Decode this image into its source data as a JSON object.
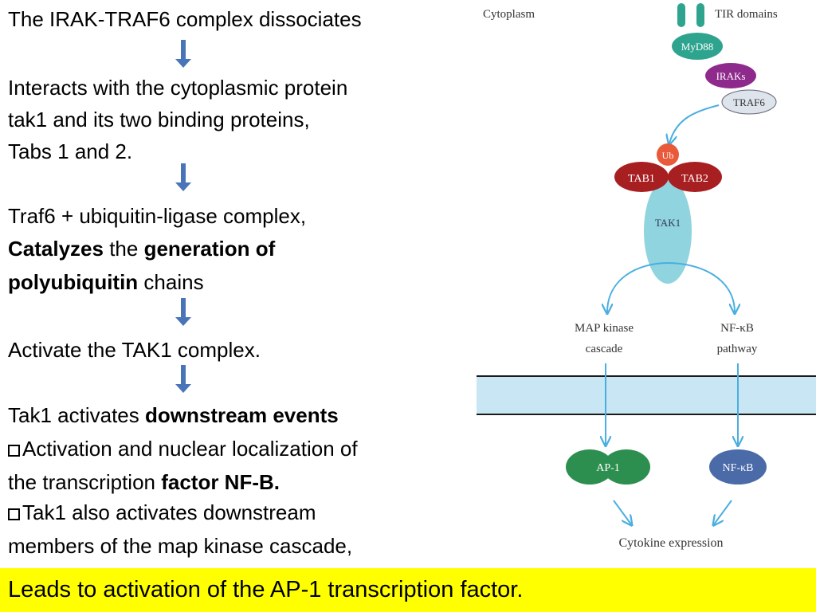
{
  "text_lines": [
    {
      "id": "l0",
      "parts": [
        {
          "t": "The IRAK-TRAF6 complex dissociates",
          "b": false
        }
      ]
    },
    {
      "id": "l1",
      "parts": [
        {
          "t": "Interacts with the cytoplasmic protein",
          "b": false
        }
      ]
    },
    {
      "id": "l2",
      "parts": [
        {
          "t": "tak1 and its two binding proteins,",
          "b": false
        }
      ]
    },
    {
      "id": "l3",
      "parts": [
        {
          "t": "Tabs 1 and 2.",
          "b": false
        }
      ]
    },
    {
      "id": "l4",
      "parts": [
        {
          "t": "Traf6 + ubiquitin-ligase complex,",
          "b": false
        }
      ]
    },
    {
      "id": "l5",
      "parts": [
        {
          "t": "Catalyzes",
          "b": true
        },
        {
          "t": " the ",
          "b": false
        },
        {
          "t": "generation of",
          "b": true
        }
      ]
    },
    {
      "id": "l6",
      "parts": [
        {
          "t": "polyubiquitin",
          "b": true
        },
        {
          "t": " chains",
          "b": false
        }
      ]
    },
    {
      "id": "l7",
      "parts": [
        {
          "t": "Activate the TAK1 complex.",
          "b": false
        }
      ]
    },
    {
      "id": "l8",
      "parts": [
        {
          "t": "Tak1 activates ",
          "b": false
        },
        {
          "t": "downstream events",
          "b": true
        }
      ]
    },
    {
      "id": "l9",
      "bullet": true,
      "parts": [
        {
          "t": "Activation and nuclear localization of",
          "b": false
        }
      ]
    },
    {
      "id": "l10",
      "parts": [
        {
          "t": "the transcription ",
          "b": false
        },
        {
          "t": "factor NF-B.",
          "b": true
        }
      ]
    },
    {
      "id": "l11",
      "bullet": true,
      "parts": [
        {
          "t": "Tak1 also activates downstream",
          "b": false
        }
      ]
    },
    {
      "id": "l12",
      "parts": [
        {
          "t": "members of the map kinase cascade,",
          "b": false
        }
      ]
    }
  ],
  "footer": {
    "text": "Leads to activation of the AP-1 transcription factor."
  },
  "diagram": {
    "cytoplasm": "Cytoplasm",
    "tir_domains": "TIR domains",
    "myd88": "MyD88",
    "iraks": "IRAKs",
    "traf6": "TRAF6",
    "ub": "Ub",
    "tab1": "TAB1",
    "tab2": "TAB2",
    "tak1": "TAK1",
    "map_kinase_1": "MAP kinase",
    "map_kinase_2": "cascade",
    "nfkb_path_1": "NF-κB",
    "nfkb_path_2": "pathway",
    "ap1": "AP-1",
    "nfkb": "NF-κB",
    "cytokine": "Cytokine expression"
  },
  "colors": {
    "arrow_blue": "#4a74b8",
    "footer_yellow": "#ffff00",
    "membrane": "#c8e6f4",
    "myd88": "#2ea48f",
    "iraks": "#8e2a8c",
    "traf6": "#dde4ec",
    "ub": "#e85a3a",
    "tab": "#a81f22",
    "tak1": "#8fd4de",
    "ap1": "#2d8f4f",
    "nfkb": "#4a6aa8",
    "light_arrow": "#4aaee0"
  }
}
